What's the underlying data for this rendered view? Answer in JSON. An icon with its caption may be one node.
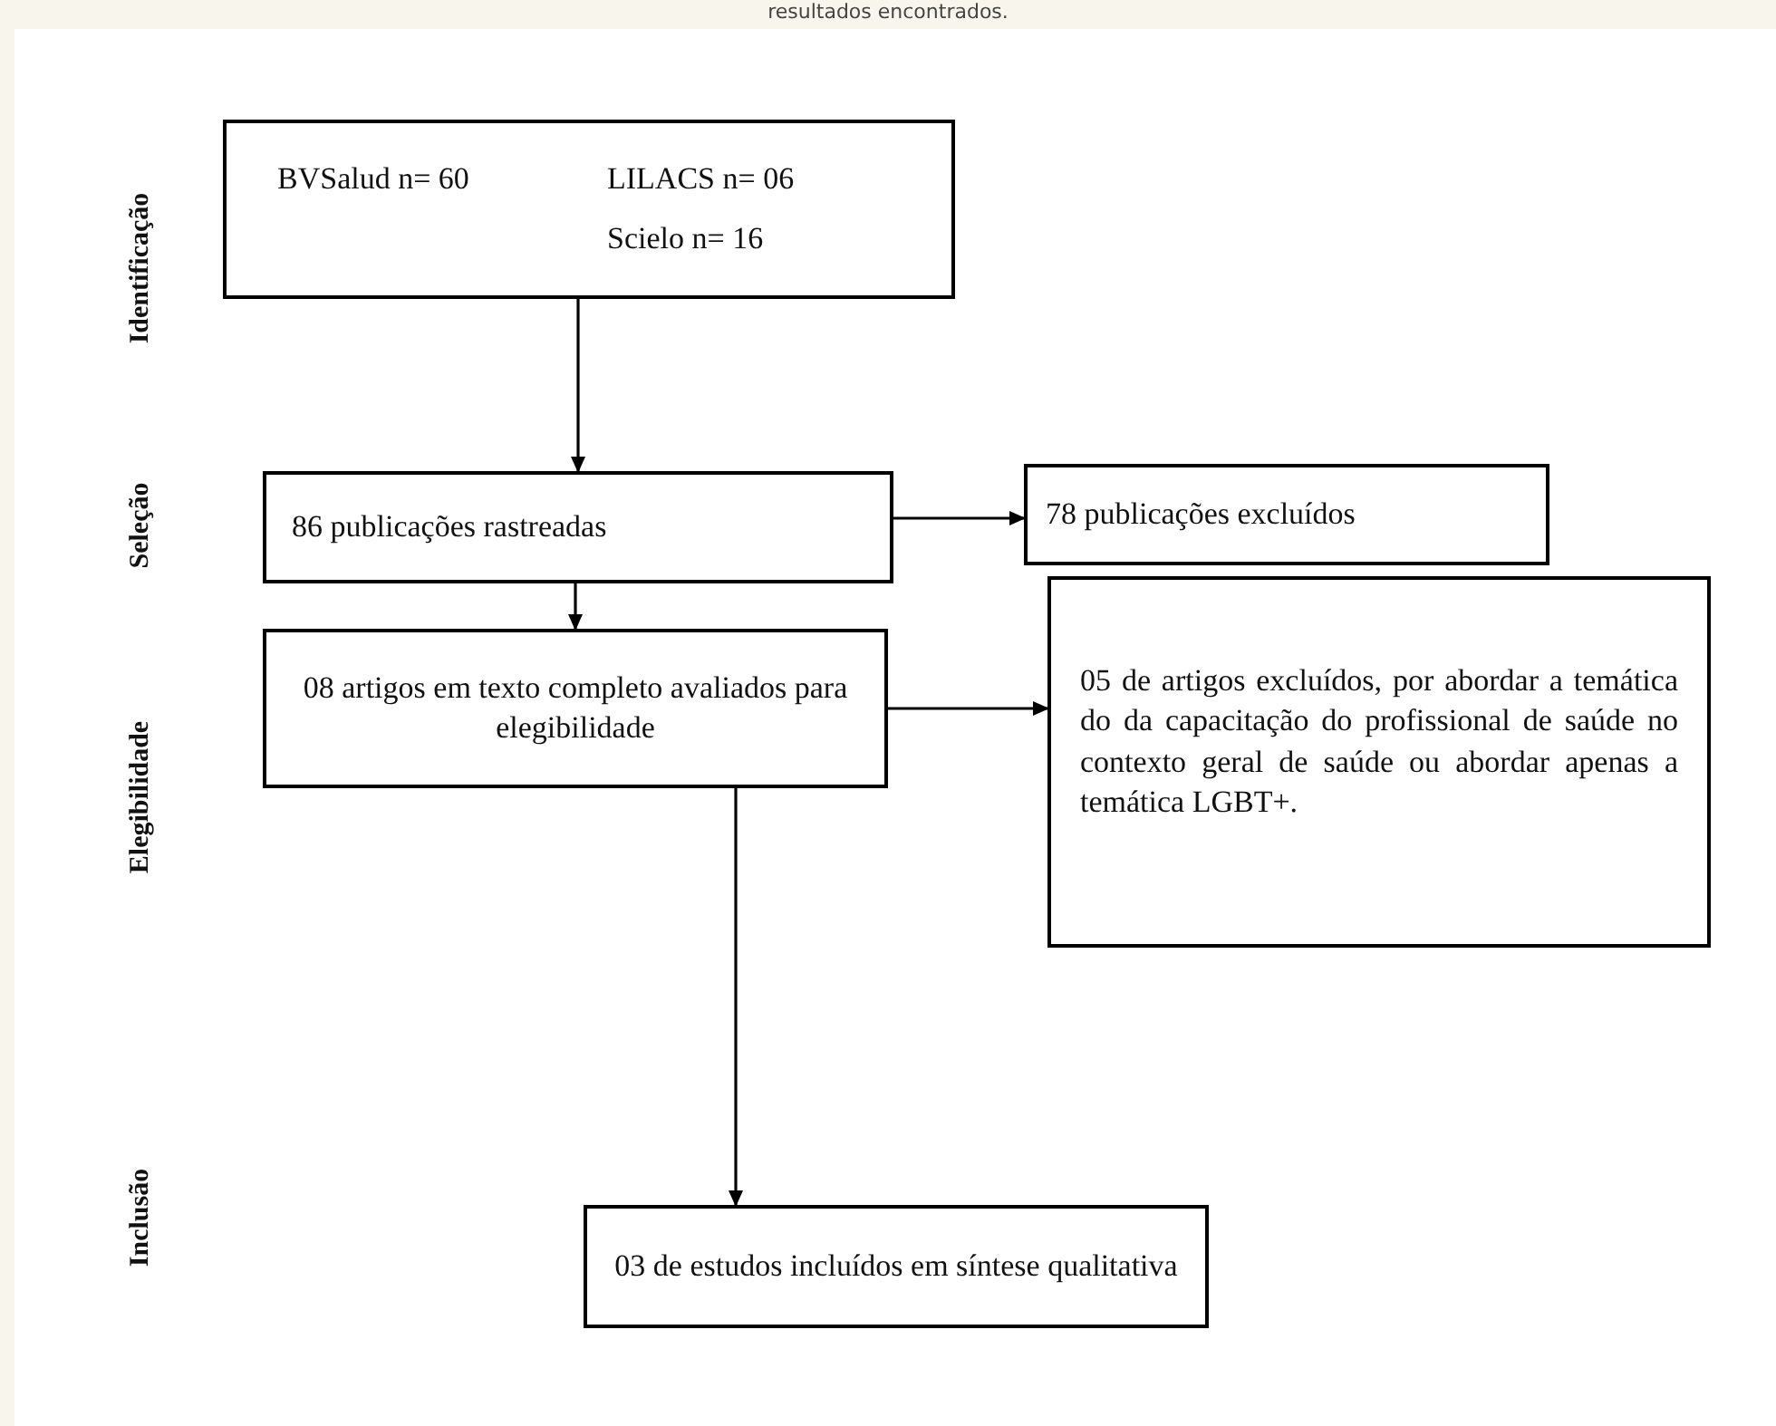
{
  "diagram": {
    "nodes": [
      {
        "text": [
          "BVSalud n= 60",
          "LILACS n= 06",
          "Scielo n= 16"
        ]
      },
      {
        "text": [
          "86 publicações rastreadas"
        ]
      },
      {
        "text": [
          "78 publicações excluídos"
        ]
      },
      {
        "text": [
          "08 artigos em texto completo avaliados para elegibilidade"
        ]
      },
      {
        "text": [
          "05 de artigos excluídos, por abordar a temática do da capacitação do profissional de saúde no contexto geral de saúde ou abordar apenas a temática LGBT+."
        ]
      },
      {
        "text": [
          "03 de estudos incluídos em síntese qualitativa"
        ]
      }
    ],
    "edges": [
      {
        "from": 0,
        "to": 1,
        "arrow": "to"
      },
      {
        "from": 1,
        "to": 2,
        "arrow": "to"
      },
      {
        "from": 1,
        "to": 3,
        "arrow": "to"
      },
      {
        "from": 3,
        "to": 4,
        "arrow": "to"
      },
      {
        "from": 3,
        "to": 5,
        "arrow": "to"
      }
    ],
    "labels": [
      "resultados encontrados.",
      "Identificação",
      "Seleção",
      "Elegibilidade",
      "Inclusão"
    ]
  }
}
